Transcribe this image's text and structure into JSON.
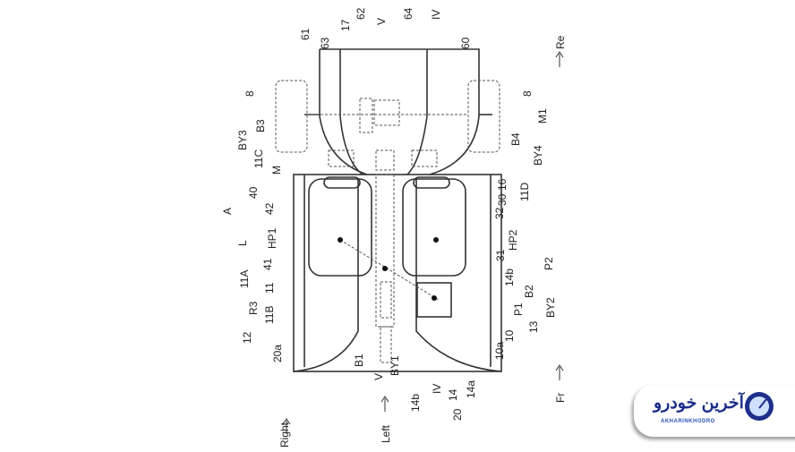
{
  "figure": {
    "labels": [
      "63",
      "17",
      "62",
      "V",
      "64",
      "IV",
      "61",
      "60",
      "Re",
      "8",
      "8",
      "B3",
      "BY3",
      "11C",
      "M",
      "M1",
      "B4",
      "BY4",
      "11D",
      "40",
      "42",
      "A",
      "16",
      "30",
      "32",
      "HP1",
      "L",
      "41",
      "11A",
      "11",
      "R3",
      "11B",
      "12",
      "20a",
      "HP2",
      "31",
      "P2",
      "14b",
      "B2",
      "P1",
      "BY2",
      "13",
      "10",
      "10a",
      "B1",
      "V",
      "BY1",
      "14b",
      "IV",
      "14",
      "14a",
      "20",
      "Right",
      "Left",
      "Fr"
    ]
  },
  "logo": {
    "persian": "آخرین خودرو",
    "english": "AKHARINKHODRO"
  }
}
